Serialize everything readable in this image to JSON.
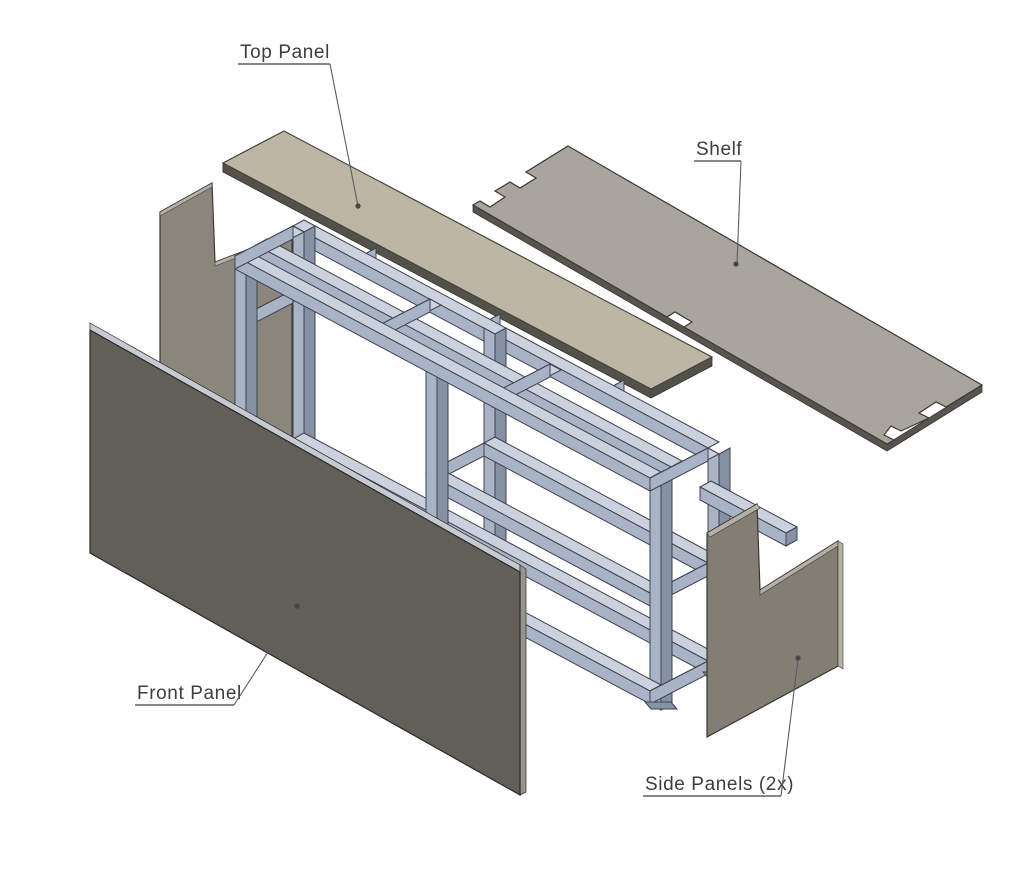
{
  "diagram": {
    "type": "exploded-assembly-drawing",
    "background": "#ffffff",
    "labels": {
      "top_panel": "Top Panel",
      "shelf": "Shelf",
      "front_panel": "Front Panel",
      "side_panels": "Side Panels (2x)"
    },
    "parts": [
      {
        "name": "top-panel",
        "label": "Top Panel"
      },
      {
        "name": "shelf",
        "label": "Shelf"
      },
      {
        "name": "frame",
        "label": ""
      },
      {
        "name": "front-panel",
        "label": "Front Panel"
      },
      {
        "name": "side-panel-left",
        "label": "Side Panels (2x)"
      },
      {
        "name": "side-panel-right",
        "label": "Side Panels (2x)"
      }
    ],
    "colors": {
      "frame_steel_light": "#cbd2de",
      "frame_steel_mid": "#a9b3c6",
      "frame_steel_dark": "#8791a4",
      "frame_outline": "#3f4350",
      "top_panel": "#bdb6a5",
      "shelf": "#a9a59d",
      "front_panel": "#615f57",
      "side_panel": "#827e74",
      "label_text": "#3d3d3d",
      "leader_line": "#5a5d63"
    }
  }
}
